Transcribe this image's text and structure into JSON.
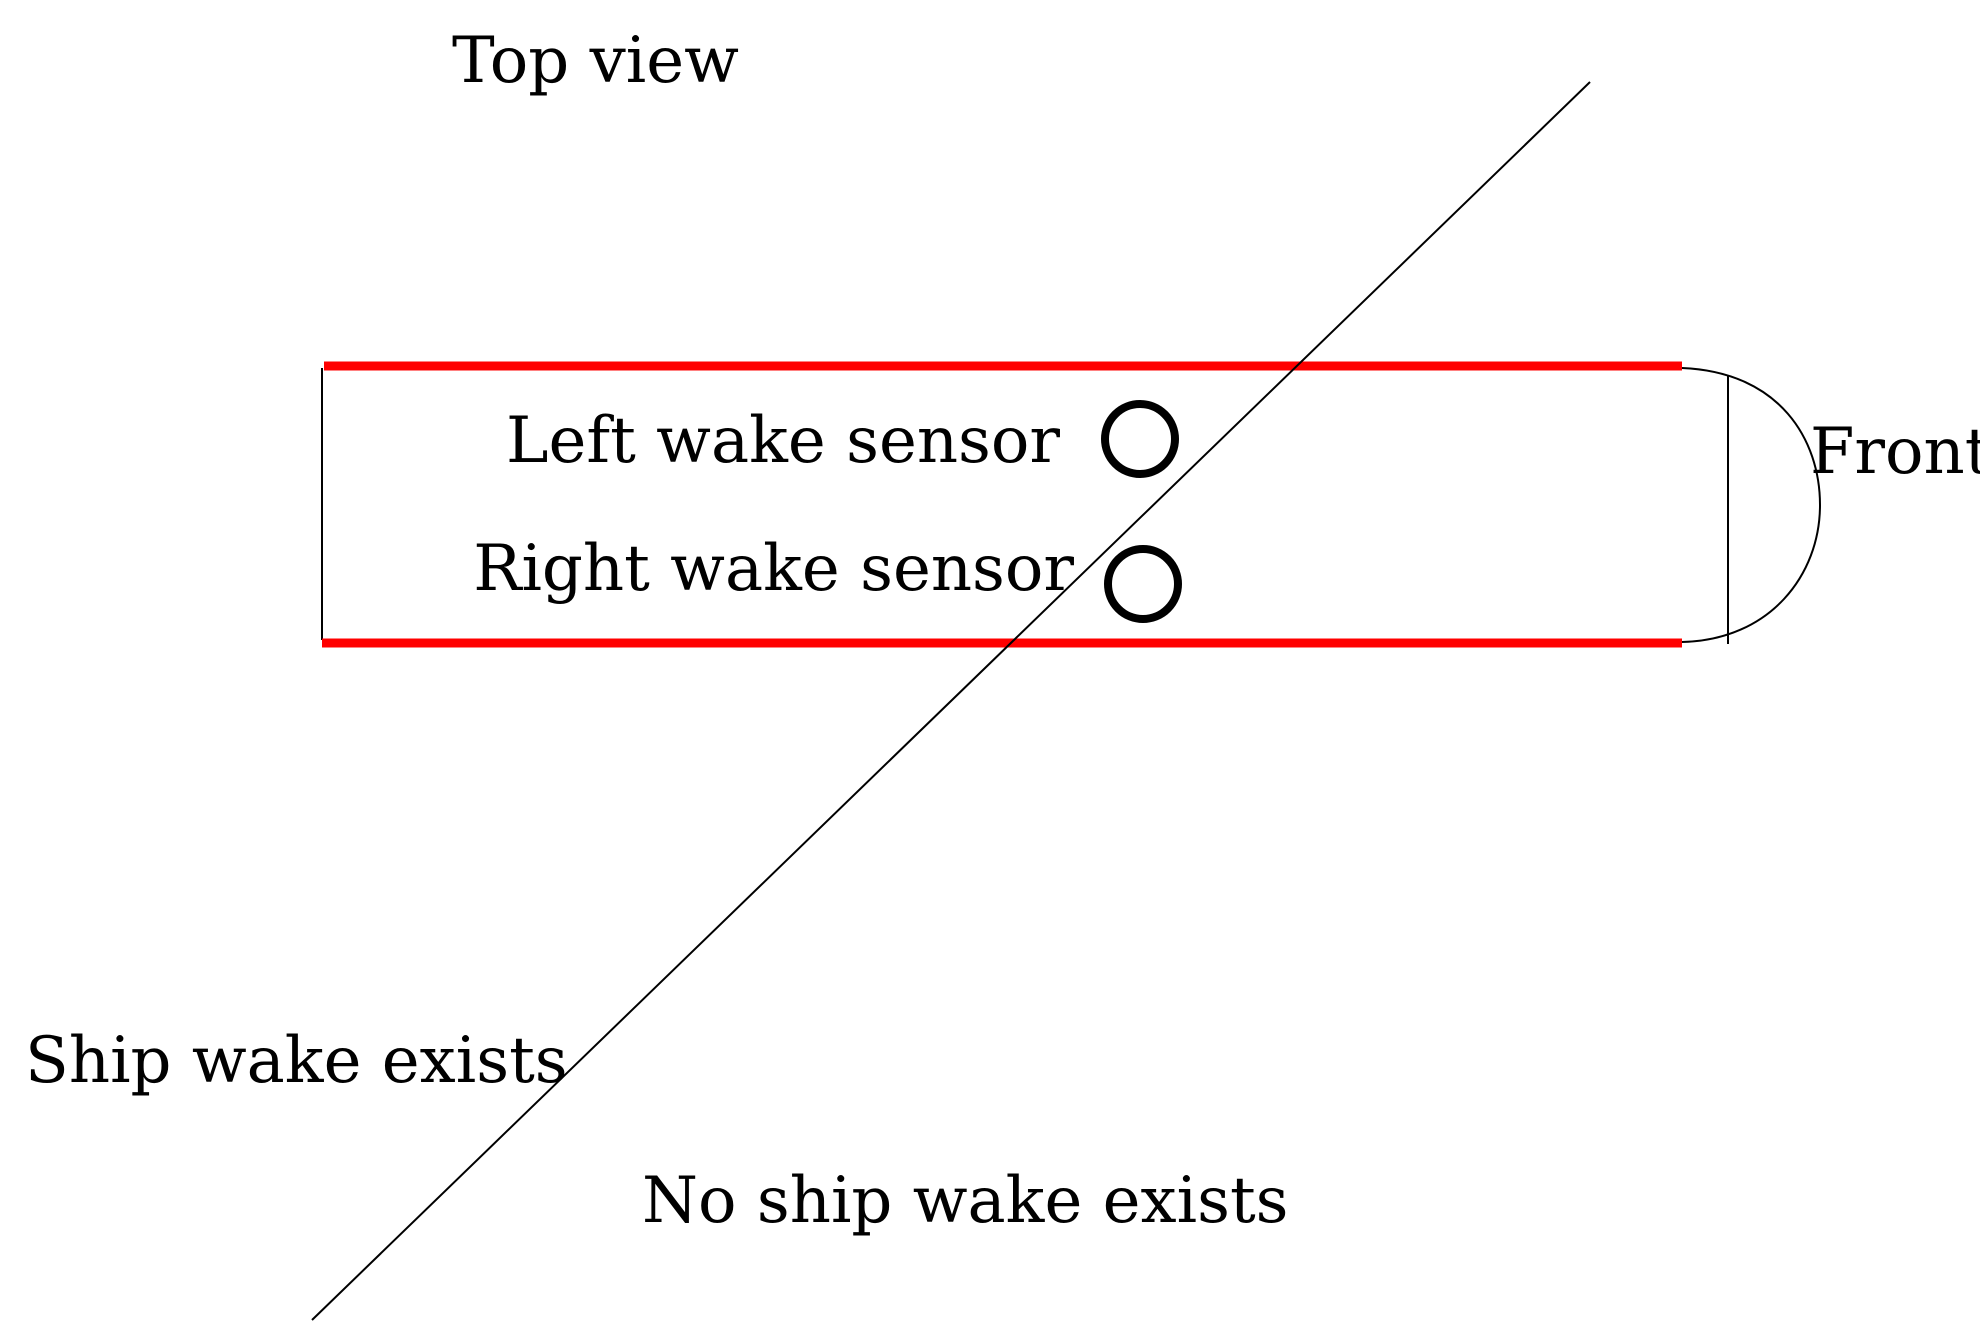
{
  "labels": {
    "top_view": "Top view",
    "left_sensor": "Left wake sensor",
    "right_sensor": "Right wake sensor",
    "front": "Front",
    "wake_exists": "Ship wake exists",
    "no_wake": "No ship wake exists"
  },
  "colors": {
    "hull_side": "#ff0000",
    "line": "#000000",
    "background": "#ffffff"
  }
}
